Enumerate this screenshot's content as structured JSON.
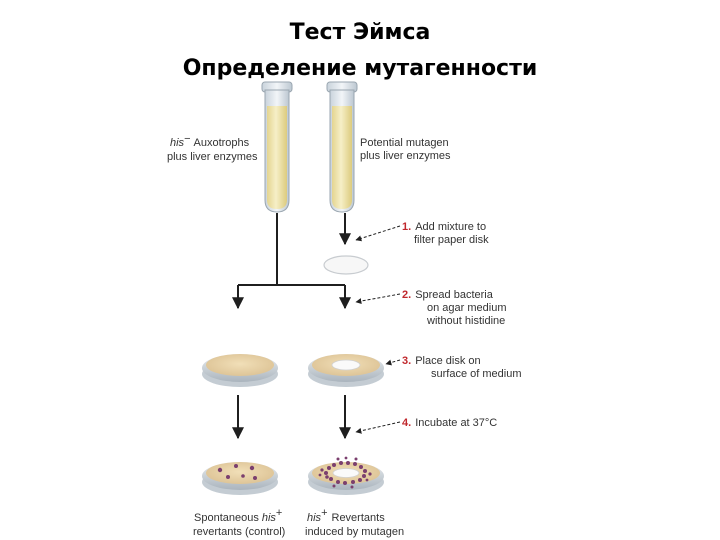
{
  "title_line1": "Тест Эймса",
  "title_line2": "Определение мутагенности",
  "tube_left": {
    "gene": "his",
    "sup": "−",
    "line1": "Auxotrophs",
    "line2": "plus liver enzymes"
  },
  "tube_right": {
    "line1": "Potential mutagen",
    "line2": "plus liver enzymes"
  },
  "steps": [
    {
      "num": "1.",
      "lines": [
        "Add mixture to",
        "filter paper disk"
      ]
    },
    {
      "num": "2.",
      "lines": [
        "Spread bacteria",
        "on agar medium",
        "without histidine"
      ]
    },
    {
      "num": "3.",
      "lines": [
        "Place disk on",
        "surface of medium"
      ]
    },
    {
      "num": "4.",
      "lines": [
        "Incubate at 37°C"
      ]
    }
  ],
  "caption_left": {
    "line1_a": "Spontaneous",
    "gene": "his",
    "sup": "+",
    "line2": "revertants (control)"
  },
  "caption_right": {
    "gene": "his",
    "sup": "+",
    "line1_b": "Revertants",
    "line2": "induced by mutagen"
  },
  "colors": {
    "step_number": "#c0282d",
    "arrow": "#1f1f1f",
    "medium": "#e8d3a4",
    "colony": "#7b3f6e"
  }
}
